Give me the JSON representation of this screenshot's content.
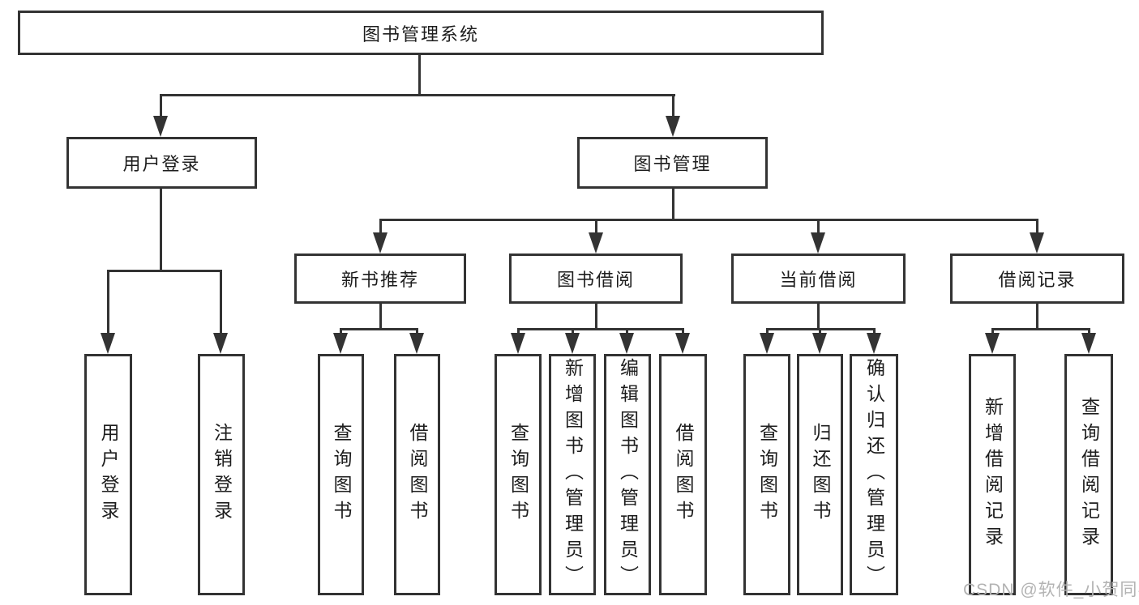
{
  "diagram_type": "hierarchy-tree",
  "tree": {
    "label": "图书管理系统",
    "children": [
      {
        "label": "用户登录",
        "children": [
          {
            "label": "用户登录"
          },
          {
            "label": "注销登录"
          }
        ]
      },
      {
        "label": "图书管理",
        "children": [
          {
            "label": "新书推荐",
            "children": [
              {
                "label": "查询图书"
              },
              {
                "label": "借阅图书"
              }
            ]
          },
          {
            "label": "图书借阅",
            "children": [
              {
                "label": "查询图书"
              },
              {
                "label": "新增图书（管理员）"
              },
              {
                "label": "编辑图书（管理员）"
              },
              {
                "label": "借阅图书"
              }
            ]
          },
          {
            "label": "当前借阅",
            "children": [
              {
                "label": "查询图书"
              },
              {
                "label": "归还图书"
              },
              {
                "label": "确认归还（管理员）"
              }
            ]
          },
          {
            "label": "借阅记录",
            "children": [
              {
                "label": "新增借阅记录"
              },
              {
                "label": "查询借阅记录"
              }
            ]
          }
        ]
      }
    ]
  },
  "watermark": {
    "text": "CSDN @软件_小贺同学"
  },
  "colors": {
    "line": "#333333",
    "text": "#1d1d1d",
    "background": "#ffffff",
    "watermark": "#b3b3b3"
  }
}
